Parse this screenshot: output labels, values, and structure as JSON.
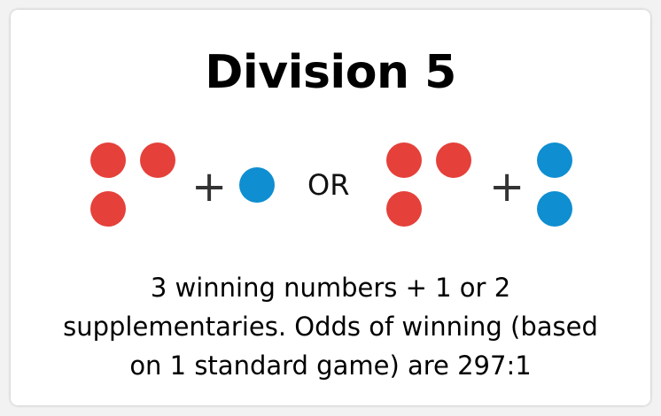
{
  "title": "Division 5",
  "separator_plus": "+",
  "separator_or": "OR",
  "description": {
    "line1": "3 winning numbers + 1 or 2",
    "line2": "supplementaries. Odds of winning (based",
    "line3": "on 1 standard game) are 297:1"
  },
  "colors": {
    "winning_ball": "#e5403a",
    "supplementary_ball": "#0f8ed1"
  },
  "combinations": [
    {
      "winning_balls": 3,
      "supplementary_balls": 1
    },
    {
      "winning_balls": 3,
      "supplementary_balls": 2
    }
  ]
}
